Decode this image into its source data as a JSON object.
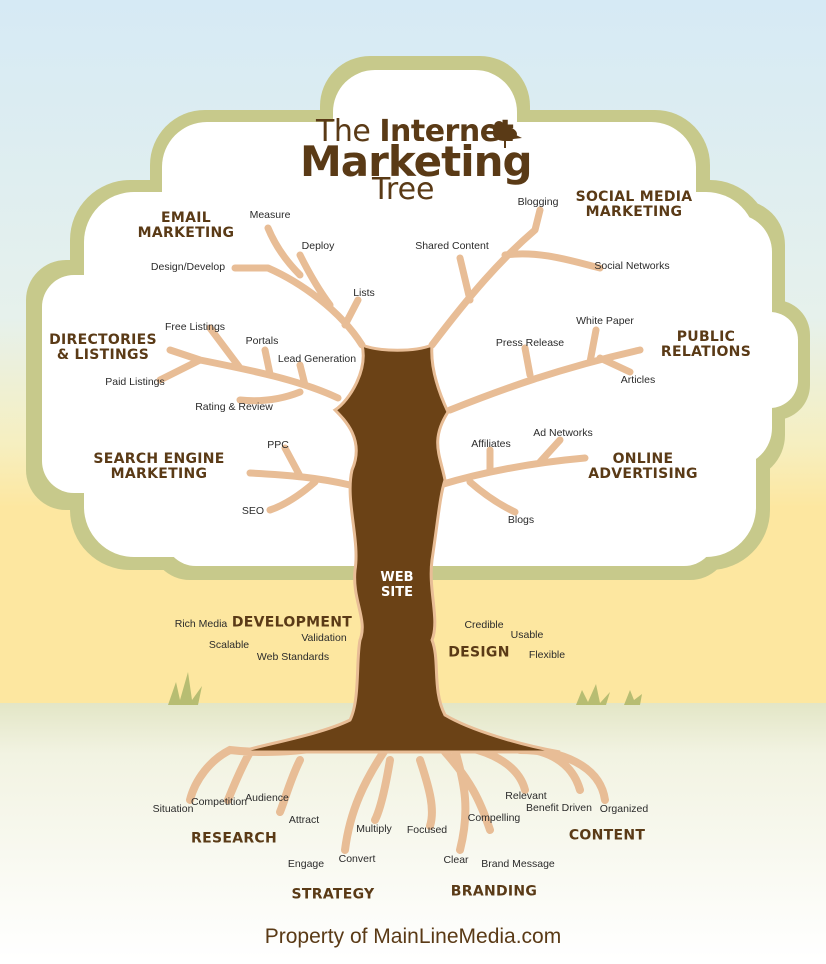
{
  "title": {
    "line1_pre": "The",
    "line1_word": "Internet",
    "line2": "Marketing",
    "line3": "Tree"
  },
  "center": "WEB\nSITE",
  "footer": "Property of MainLineMedia.com",
  "colors": {
    "trunk": "#6b4216",
    "branch": "#e8bd96",
    "canopy": "#ffffff",
    "canopy_outline": "#c7c98b",
    "title": "#5a3a16",
    "sky_top": "#dcedf5",
    "sky_bottom": "#fbe7a6",
    "ground": "#eff1dc"
  },
  "categories": {
    "email": "EMAIL\nMARKETING",
    "social": "SOCIAL MEDIA\nMARKETING",
    "directories": "DIRECTORIES\n& LISTINGS",
    "pr": "PUBLIC\nRELATIONS",
    "sem": "SEARCH ENGINE\nMARKETING",
    "online": "ONLINE\nADVERTISING",
    "development": "DEVELOPMENT",
    "design": "DESIGN",
    "research": "RESEARCH",
    "strategy": "STRATEGY",
    "branding": "BRANDING",
    "content": "CONTENT"
  },
  "labels": {
    "measure": "Measure",
    "deploy": "Deploy",
    "design_develop": "Design/Develop",
    "lists": "Lists",
    "blogging": "Blogging",
    "shared_content": "Shared Content",
    "social_networks": "Social Networks",
    "free_listings": "Free Listings",
    "portals": "Portals",
    "lead_generation": "Lead Generation",
    "paid_listings": "Paid Listings",
    "rating_review": "Rating & Review",
    "white_paper": "White Paper",
    "press_release": "Press Release",
    "articles": "Articles",
    "ppc": "PPC",
    "seo": "SEO",
    "affiliates": "Affiliates",
    "ad_networks": "Ad Networks",
    "blogs": "Blogs",
    "rich_media": "Rich Media",
    "scalable": "Scalable",
    "validation": "Validation",
    "web_standards": "Web Standards",
    "credible": "Credible",
    "usable": "Usable",
    "flexible": "Flexible",
    "situation": "Situation",
    "competition": "Competition",
    "audience": "Audience",
    "attract": "Attract",
    "engage": "Engage",
    "convert": "Convert",
    "multiply": "Multiply",
    "focused": "Focused",
    "clear": "Clear",
    "compelling": "Compelling",
    "brand_message": "Brand Message",
    "relevant": "Relevant",
    "benefit_driven": "Benefit Driven",
    "organized": "Organized"
  }
}
